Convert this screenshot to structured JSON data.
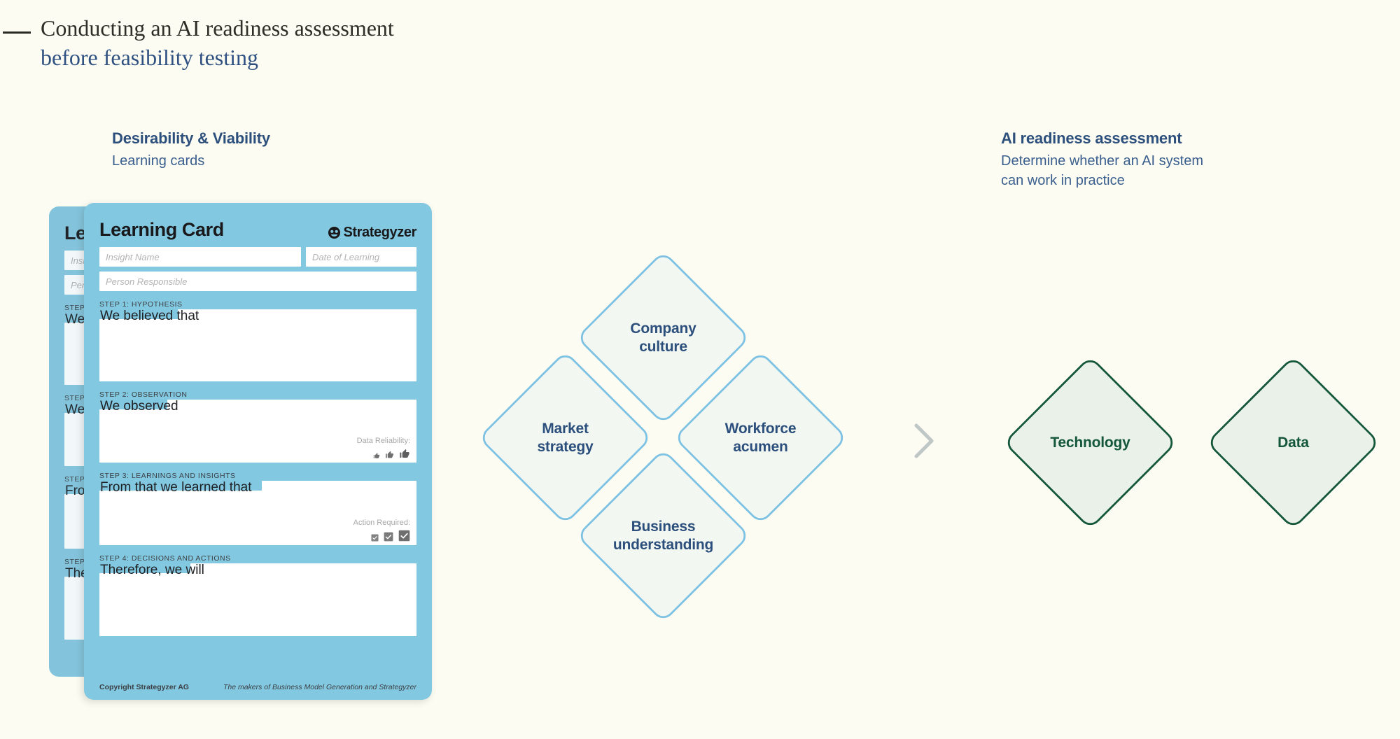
{
  "header": {
    "line1": "Conducting an AI readiness assessment",
    "line2": "before feasibility testing"
  },
  "sections": {
    "left": {
      "title": "Desirability & Viability",
      "subtitle": "Learning cards"
    },
    "right": {
      "title": "AI readiness assessment",
      "subtitle_line1": "Determine whether an AI system",
      "subtitle_line2": "can work in practice"
    }
  },
  "learning_card": {
    "title": "Learning Card",
    "brand": "Strategyzer",
    "fields": {
      "insight_name_placeholder": "Insight Name",
      "date_placeholder": "Date of Learning",
      "person_placeholder": "Person Responsible"
    },
    "steps": [
      {
        "label": "STEP 1: HYPOTHESIS",
        "prompt": "We believed that",
        "meta_label": "",
        "meta_type": "none"
      },
      {
        "label": "STEP 2: OBSERVATION",
        "prompt": "We observed",
        "meta_label": "Data Reliability:",
        "meta_type": "thumbs"
      },
      {
        "label": "STEP 3: LEARNINGS AND INSIGHTS",
        "prompt": "From that we learned that",
        "meta_label": "Action Required:",
        "meta_type": "checkboxes"
      },
      {
        "label": "STEP 4: DECISIONS AND ACTIONS",
        "prompt": "Therefore, we will",
        "meta_label": "",
        "meta_type": "none"
      }
    ],
    "footer": {
      "left": "Copyright Strategyzer AG",
      "right": "The makers of Business Model Generation and Strategyzer"
    }
  },
  "blue_diamonds": [
    {
      "label_line1": "Company",
      "label_line2": "culture"
    },
    {
      "label_line1": "Market",
      "label_line2": "strategy"
    },
    {
      "label_line1": "Workforce",
      "label_line2": "acumen"
    },
    {
      "label_line1": "Business",
      "label_line2": "understanding"
    }
  ],
  "green_diamonds": [
    {
      "label": "Technology"
    },
    {
      "label": "Data"
    }
  ],
  "arrow": {
    "glyph": "chevron-right"
  },
  "colors": {
    "background": "#FCFCF2",
    "card_blue": "#83C8E1",
    "navy": "#2C4F7C",
    "diamond_blue_stroke": "#7EC2E3",
    "diamond_blue_fill": "#F2F7F2",
    "diamond_green_stroke": "#14573A",
    "diamond_green_fill": "#E9F1E8",
    "chevron": "#BFC6C6"
  }
}
